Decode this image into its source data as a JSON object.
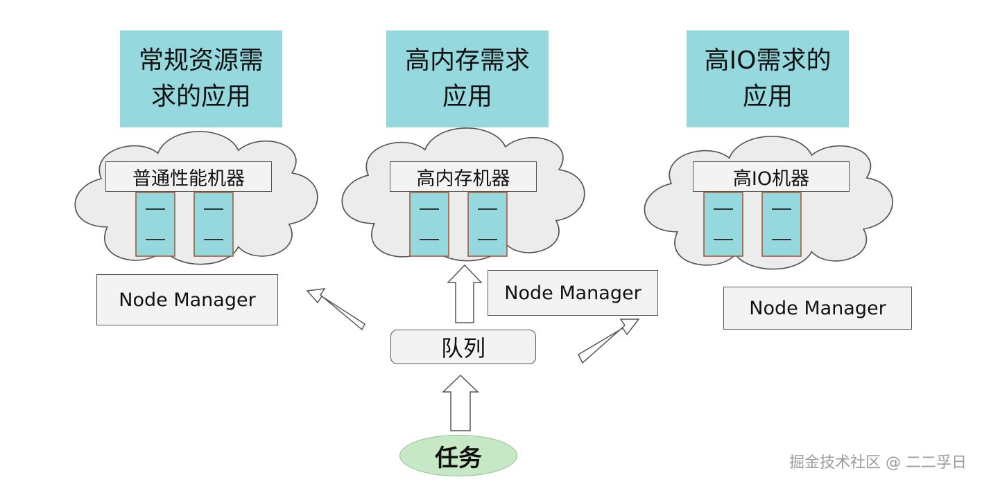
{
  "apps": [
    {
      "line1": "常规资源需",
      "line2": "求的应用"
    },
    {
      "line1": "高内存需求",
      "line2": "应用"
    },
    {
      "line1": "高IO需求的",
      "line2": "应用"
    }
  ],
  "machines": [
    {
      "label": "普通性能机器"
    },
    {
      "label": "高内存机器"
    },
    {
      "label": "高IO机器"
    }
  ],
  "node_managers": [
    "Node Manager",
    "Node Manager",
    "Node Manager"
  ],
  "queue_label": "队列",
  "task_label": "任务",
  "watermark": "掘金技术社区 @ 二二孚日",
  "colors": {
    "teal": "#95d9df",
    "node_gray": "#f3f3f3",
    "task_green": "#c6e8c4",
    "cloud": "#ececec"
  }
}
